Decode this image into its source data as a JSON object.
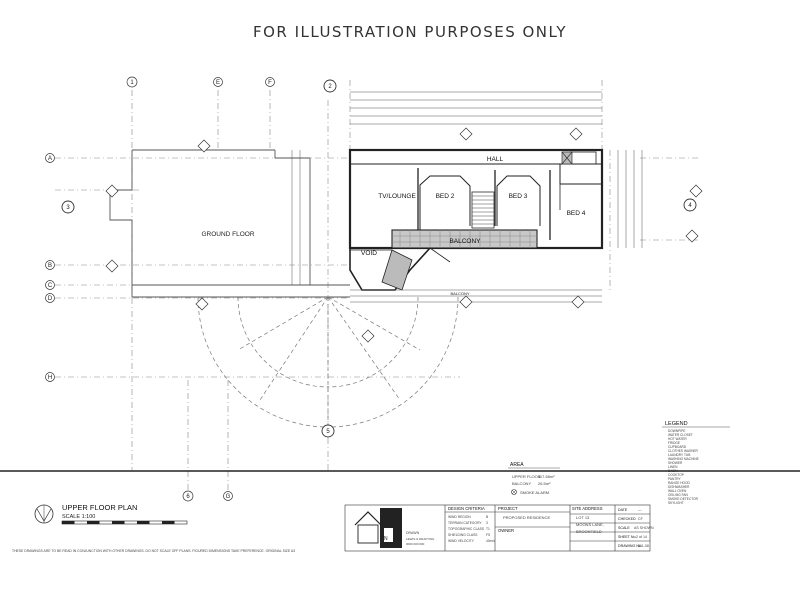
{
  "header_note": "FOR ILLUSTRATION PURPOSES ONLY",
  "rooms": {
    "tv_lounge": "TV/LOUNGE",
    "bed2": "BED 2",
    "bed3": "BED 3",
    "bed4": "BED 4",
    "hall": "HALL",
    "balcony_inner": "BALCONY",
    "void": "VOID",
    "ground_floor": "GROUND FLOOR",
    "balcony_edge": "BALCONY"
  },
  "drawing_title": {
    "name": "UPPER FLOOR PLAN",
    "scale": "SCALE 1:100"
  },
  "general_note": "THESE DRAWINGS ARE TO BE READ IN CONJUNCTION WITH OTHER DRAWINGS. DO NOT SCALE OFF PLANS. FIGURED DIMENSIONS TAKE PREFERENCE. ORIGINAL SIZE A3",
  "area": {
    "title": "AREA",
    "rows": [
      {
        "label": "UPPER FLOOR",
        "value": "117.66m²"
      },
      {
        "label": "BALCONY",
        "value": "26.5m²"
      }
    ],
    "smoke_alarm": "SMOKE ALARM"
  },
  "legend": {
    "title": "LEGEND",
    "items": [
      "DOWNPIPE",
      "WATER CLOSET",
      "HOT WATER",
      "FRIDGE",
      "CUPBOARD",
      "CLOTHES WASHER",
      "LAUNDRY TUB",
      "WASHING MACHINE",
      "SHOWER",
      "LINEN",
      "BASIN",
      "COOKTOP",
      "PANTRY",
      "RANGE HOOD",
      "DISHWASHER",
      "WALL OVEN",
      "CEILING FAN",
      "SMOKE DETECTOR",
      "SKYLIGHT"
    ]
  },
  "title_block": {
    "design_criteria_title": "DESIGN CRITERIA",
    "design_criteria": [
      {
        "label": "WIND REGION",
        "value": "B"
      },
      {
        "label": "TERRAIN CATEGORY",
        "value": "3"
      },
      {
        "label": "TOPOGRAPHIC CLASS",
        "value": "T1"
      },
      {
        "label": "SHIELDING CLASS",
        "value": "FS"
      },
      {
        "label": "WIND VELOCITY",
        "value": "40m/s"
      }
    ],
    "project_label": "PROJECT",
    "project": "PROPOSED RESIDENCE",
    "owner_label": "OWNER",
    "site_address_label": "SITE ADDRESS",
    "site_address": [
      "LOT 13",
      "MOONS LANE,",
      "BROOKFIELD"
    ],
    "drawn_label": "DRAWN",
    "drawn_lines": [
      "LEWIS & DRAFTING",
      "0000 000 000"
    ],
    "fields": [
      {
        "label": "DATE",
        "value": "—"
      },
      {
        "label": "CHECKED",
        "value": "CF"
      },
      {
        "label": "SCALE",
        "value": "AS SHOWN"
      },
      {
        "label": "SHEET No.",
        "value": "2 of 14"
      },
      {
        "label": "DRAWING No.",
        "value": "811-08"
      }
    ]
  },
  "grid_marks": [
    "1",
    "2",
    "3",
    "4",
    "5",
    "6",
    "A",
    "B",
    "C",
    "D",
    "E",
    "F",
    "G",
    "H"
  ]
}
